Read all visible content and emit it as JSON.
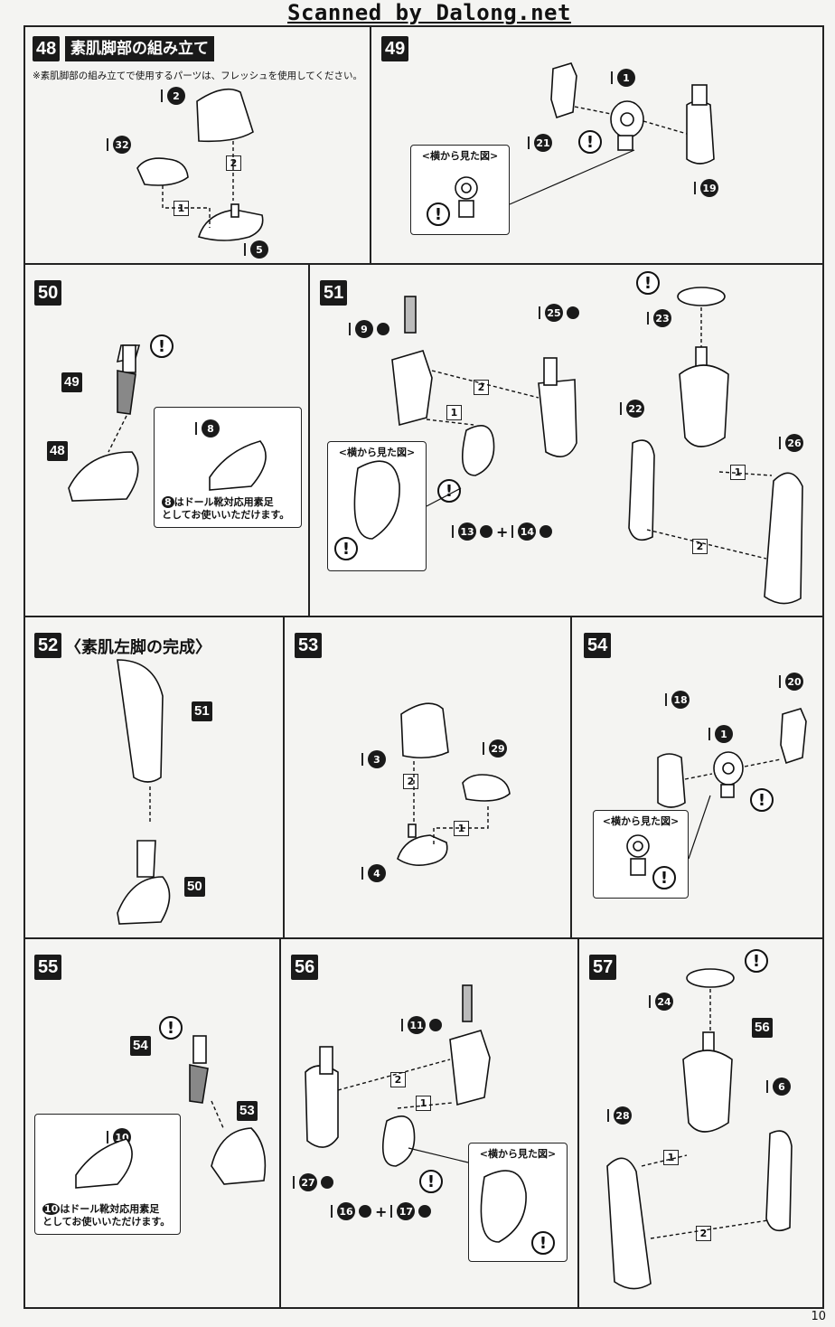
{
  "watermark": "Scanned by Dalong.net",
  "page_number": "10",
  "side_view_caption": "<横から見た図>",
  "steps": {
    "s48": {
      "number": "48",
      "title": "素肌脚部の組み立て",
      "note": "※素肌脚部の組み立てで使用するパーツは、フレッシュを使用してください。",
      "parts": [
        "2",
        "32",
        "5"
      ],
      "seq": [
        "1",
        "2"
      ]
    },
    "s49": {
      "number": "49",
      "parts": [
        "1",
        "21",
        "19"
      ]
    },
    "s50": {
      "number": "50",
      "labels": [
        "49",
        "48"
      ],
      "parts": [
        "8"
      ],
      "boot_note_line1": "はドール靴対応用素足",
      "boot_note_num": "8",
      "boot_note_line2": "としてお使いいただけます。"
    },
    "s51": {
      "number": "51",
      "parts": [
        "9",
        "25",
        "23",
        "22",
        "26",
        "13",
        "14"
      ],
      "seq": [
        "1",
        "2",
        "1",
        "2"
      ]
    },
    "s52": {
      "number": "52",
      "title": "〈素肌左脚の完成〉",
      "labels": [
        "51",
        "50"
      ]
    },
    "s53": {
      "number": "53",
      "parts": [
        "3",
        "29",
        "4"
      ],
      "seq": [
        "1",
        "2"
      ]
    },
    "s54": {
      "number": "54",
      "parts": [
        "18",
        "1",
        "20"
      ]
    },
    "s55": {
      "number": "55",
      "labels": [
        "54",
        "53"
      ],
      "parts": [
        "10"
      ],
      "boot_note_line1": "はドール靴対応用素足",
      "boot_note_num": "10",
      "boot_note_line2": "としてお使いいただけます。"
    },
    "s56": {
      "number": "56",
      "parts": [
        "11",
        "27",
        "16",
        "17"
      ],
      "seq": [
        "1",
        "2"
      ]
    },
    "s57": {
      "number": "57",
      "labels": [
        "56"
      ],
      "parts": [
        "24",
        "6",
        "28"
      ],
      "seq": [
        "1",
        "2"
      ]
    }
  }
}
